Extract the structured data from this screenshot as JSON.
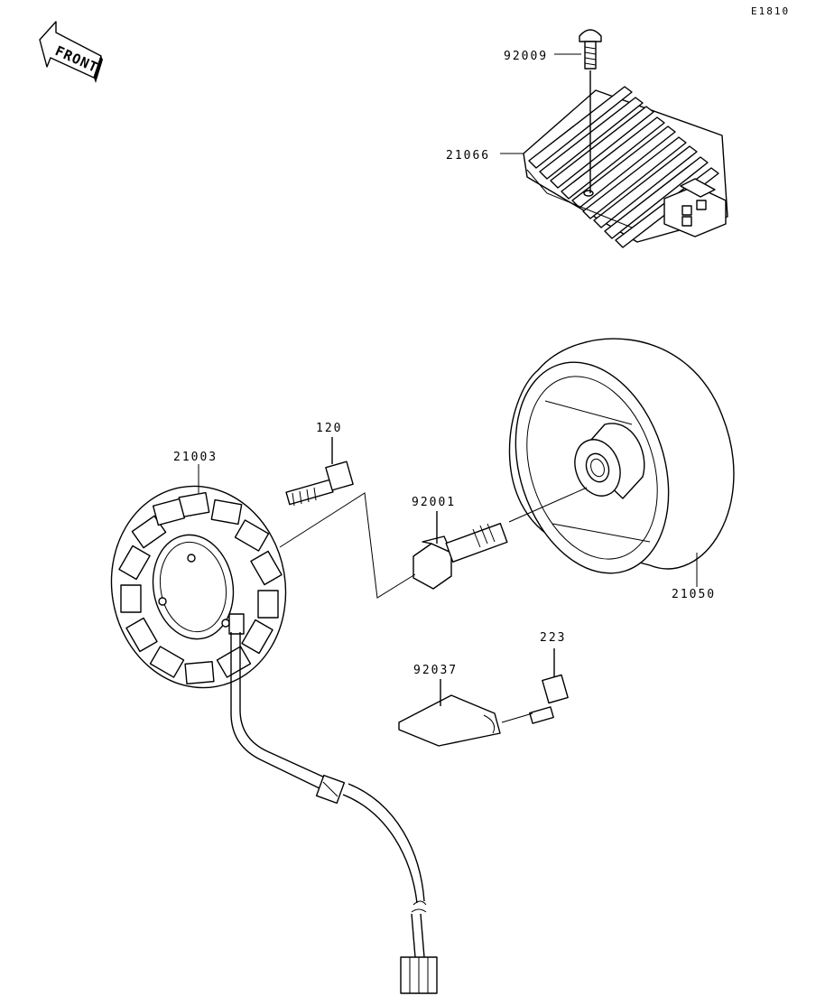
{
  "diagram_code": "E1810",
  "front_label": "FRONT",
  "parts": [
    {
      "number": "92009",
      "name": "regulator-bolt"
    },
    {
      "number": "21066",
      "name": "regulator-rectifier"
    },
    {
      "number": "120",
      "name": "stator-bolt"
    },
    {
      "number": "21003",
      "name": "stator"
    },
    {
      "number": "92001",
      "name": "rotor-bolt"
    },
    {
      "number": "21050",
      "name": "rotor"
    },
    {
      "number": "223",
      "name": "clamp-screw"
    },
    {
      "number": "92037",
      "name": "wire-clamp"
    }
  ]
}
